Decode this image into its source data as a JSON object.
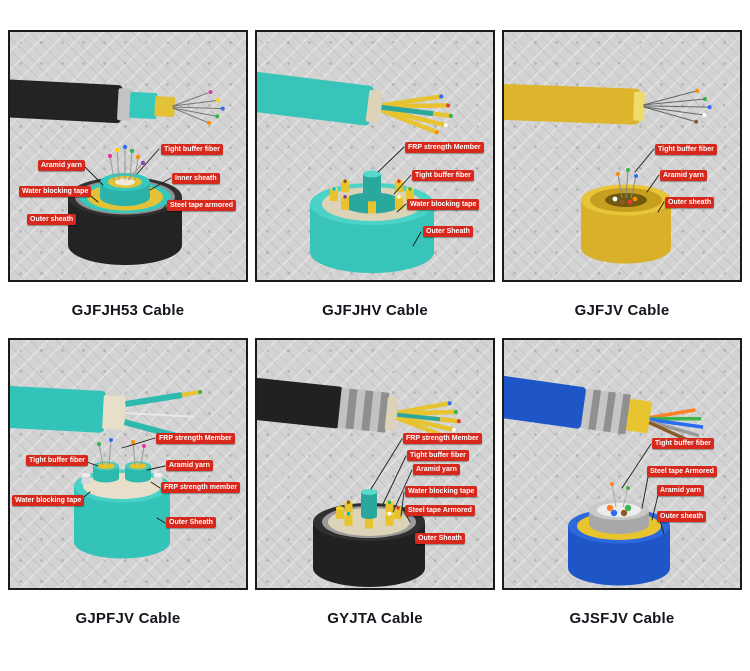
{
  "theme": {
    "page_bg": "#ffffff",
    "panel_bg": "#d3d3d3",
    "panel_border": "#1a1a1a",
    "tag_bg": "#d7281d",
    "tag_text": "#ffffff",
    "caption_color": "#14161d"
  },
  "panels": [
    {
      "id": "gjfjh53",
      "caption": "GJFJH53 Cable",
      "colors": {
        "outer": "#232323",
        "outer_top": "#303030",
        "steel": "#8f8f8f",
        "inner": "#35c8bd",
        "aramid": "#e3c238",
        "tail": "#232323"
      },
      "fiber_colors": [
        "#e5399e",
        "#ffd400",
        "#2f6df6",
        "#35b44a",
        "#ff8a00",
        "#8e44ad"
      ],
      "labels": [
        {
          "text": "Tight buffer fiber"
        },
        {
          "text": "Aramid yarn"
        },
        {
          "text": "Inner sheath"
        },
        {
          "text": "Water blocking tape"
        },
        {
          "text": "Steel tape armored"
        },
        {
          "text": "Outer sheath"
        }
      ]
    },
    {
      "id": "gjfjhv",
      "caption": "GJFJHV Cable",
      "colors": {
        "outer": "#38c4b8",
        "outer_top": "#4cd3c7",
        "tape": "#ddd3b8",
        "inner": "#2aa89e",
        "aramid": "#e6c32f",
        "tail": "#38c4b8"
      },
      "fiber_colors": [
        "#2f6df6",
        "#e53935",
        "#35b44a",
        "#ffffff",
        "#ff8a00",
        "#7b3fa0",
        "#00bcd4",
        "#8a5a2b"
      ],
      "labels": [
        {
          "text": "FRP strength Member"
        },
        {
          "text": "Tight buffer fiber"
        },
        {
          "text": "Water blocking tape"
        },
        {
          "text": "Outer Sheath"
        }
      ]
    },
    {
      "id": "gjfjv",
      "caption": "GJFJV Cable",
      "colors": {
        "outer": "#d9b02a",
        "outer_top": "#e9c53a",
        "aramid": "#c79e1e",
        "core": "#6f5a10",
        "tail": "#ddb52c"
      },
      "fiber_colors": [
        "#ff8a00",
        "#35b44a",
        "#2f6df6",
        "#ffffff",
        "#8a5a2b",
        "#e53935"
      ],
      "labels": [
        {
          "text": "Tight buffer fiber"
        },
        {
          "text": "Aramid yarn"
        },
        {
          "text": "Outer sheath"
        }
      ]
    },
    {
      "id": "gjpfjv",
      "caption": "GJPFJV Cable",
      "colors": {
        "outer": "#34c3b8",
        "outer_top": "#47d2c6",
        "tape": "#e7dfc9",
        "inner": "#2eb9ae",
        "aramid": "#e6c32f",
        "frp": "#d8d8d8",
        "tail": "#34c3b8"
      },
      "fiber_colors": [
        "#35b44a",
        "#2f6df6",
        "#ff8a00",
        "#e5399e"
      ],
      "labels": [
        {
          "text": "FRP strength Member"
        },
        {
          "text": "Tight buffer fiber"
        },
        {
          "text": "Aramid yarn"
        },
        {
          "text": "FRP strength member"
        },
        {
          "text": "Water blocking tape"
        },
        {
          "text": "Outer Sheath"
        }
      ]
    },
    {
      "id": "gyjta",
      "caption": "GYJTA Cable",
      "colors": {
        "outer": "#212121",
        "outer_top": "#303030",
        "steel": "#9b9b9b",
        "tape": "#ddd3b8",
        "inner": "#2aa89e",
        "aramid": "#e6c32f",
        "tail": "#212121"
      },
      "fiber_colors": [
        "#2f6df6",
        "#35b44a",
        "#e53935",
        "#ffffff",
        "#ff8a00",
        "#00bcd4",
        "#ffd400",
        "#8a5a2b"
      ],
      "labels": [
        {
          "text": "FRP strength Member"
        },
        {
          "text": "Tight buffer fiber"
        },
        {
          "text": "Aramid yarn"
        },
        {
          "text": "Water blocking tape"
        },
        {
          "text": "Steel tape Armored"
        },
        {
          "text": "Outer Sheath"
        }
      ]
    },
    {
      "id": "gjsfjv",
      "caption": "GJSFJV Cable",
      "colors": {
        "outer": "#1e56c8",
        "outer_top": "#2d68dd",
        "steel": "#a8a8a8",
        "aramid": "#e8c52e",
        "tail": "#1e56c8"
      },
      "fiber_colors": [
        "#ff7f27",
        "#3cb44b",
        "#2a6df4",
        "#8a5a2b"
      ],
      "labels": [
        {
          "text": "Tight buffer fiber"
        },
        {
          "text": "Steel tape Armored"
        },
        {
          "text": "Aramid yarn"
        },
        {
          "text": "Outer sheath"
        }
      ]
    }
  ]
}
